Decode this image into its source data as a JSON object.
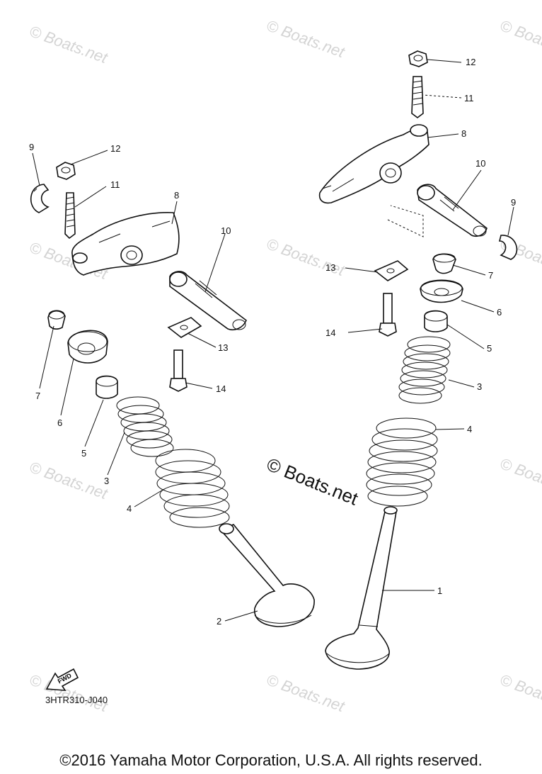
{
  "watermark": {
    "text": "© Boats.net"
  },
  "center_watermark": {
    "text": "© Boats.net"
  },
  "callouts": {
    "left": [
      "9",
      "12",
      "11",
      "8",
      "10",
      "13",
      "14",
      "7",
      "6",
      "5",
      "3",
      "4",
      "2"
    ],
    "right": [
      "12",
      "11",
      "8",
      "10",
      "9",
      "13",
      "7",
      "6",
      "14",
      "5",
      "3",
      "4",
      "1"
    ]
  },
  "fwd_label": "FWD",
  "diagram_code": "3HTR310-J040",
  "copyright": "©2016 Yamaha Motor Corporation, U.S.A. All rights reserved."
}
